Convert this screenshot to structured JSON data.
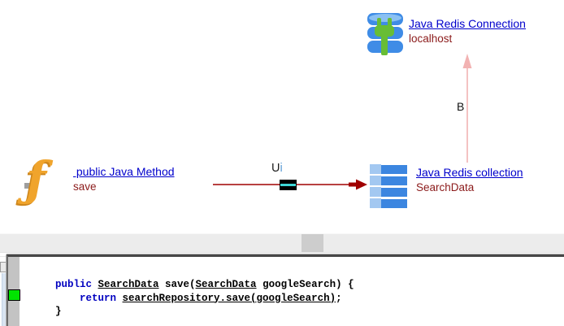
{
  "colors": {
    "node_title": "#0000cc",
    "node_subtitle": "#8b1a1a",
    "edge_red": "#a00000",
    "edge_pink": "#f2b2b2",
    "marker_stripe": "#3fd6d6",
    "gutter_marker_green": "#00e400",
    "keyword_blue": "#0000c0"
  },
  "diagram": {
    "nodes": {
      "connection": {
        "title": "Java Redis Connection",
        "subtitle": "localhost",
        "icon": "database-plug-icon"
      },
      "method": {
        "title": " public Java Method",
        "subtitle": "save",
        "icon": "function-icon"
      },
      "collection": {
        "title": "Java Redis collection",
        "subtitle": "SearchData",
        "icon": "collection-list-icon"
      }
    },
    "edges": {
      "save_call": {
        "label_u": "U",
        "label_i": "i"
      },
      "binding": {
        "label": "B"
      }
    }
  },
  "code_panel": {
    "lines": [
      [
        {
          "t": "public ",
          "c": "kw"
        },
        {
          "t": "SearchData",
          "c": "link"
        },
        {
          "t": " save(",
          "c": "plain"
        },
        {
          "t": "SearchData",
          "c": "link"
        },
        {
          "t": " googleSearch) {",
          "c": "plain"
        }
      ],
      [
        {
          "t": "    ",
          "c": "plain"
        },
        {
          "t": "return ",
          "c": "kw"
        },
        {
          "t": "searchRepository.save(googleSearch)",
          "c": "link"
        },
        {
          "t": ";",
          "c": "plain"
        }
      ],
      [
        {
          "t": "}",
          "c": "plain"
        }
      ]
    ]
  }
}
